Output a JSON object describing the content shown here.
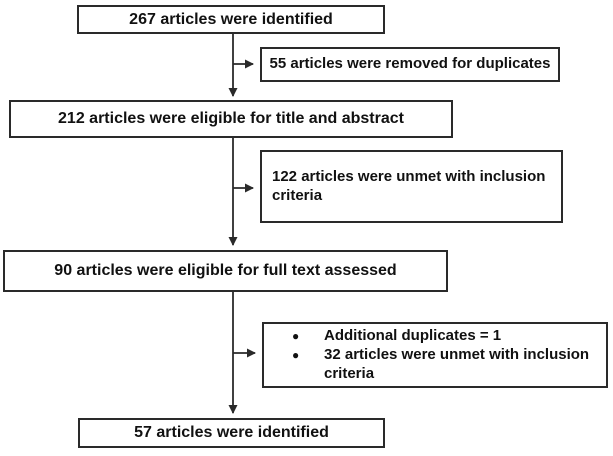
{
  "diagram": {
    "type": "flowchart",
    "boxes": {
      "identified": "267 articles were identified",
      "duplicates_removed": "55 articles were removed for duplicates",
      "title_abstract": "212 articles were eligible for title and abstract",
      "unmet_inclusion": "122 articles were unmet with inclusion criteria",
      "full_text": "90 articles were eligible for full text assessed",
      "excluded": {
        "items": [
          "Additional duplicates = 1",
          "32 articles were unmet with inclusion criteria"
        ]
      },
      "final": "57 articles were identified"
    },
    "icons": {
      "bullet": "●"
    },
    "colors": {
      "background": "#ffffff",
      "border": "#2a2a2a",
      "line": "#2a2a2a",
      "text": "#111111"
    }
  }
}
